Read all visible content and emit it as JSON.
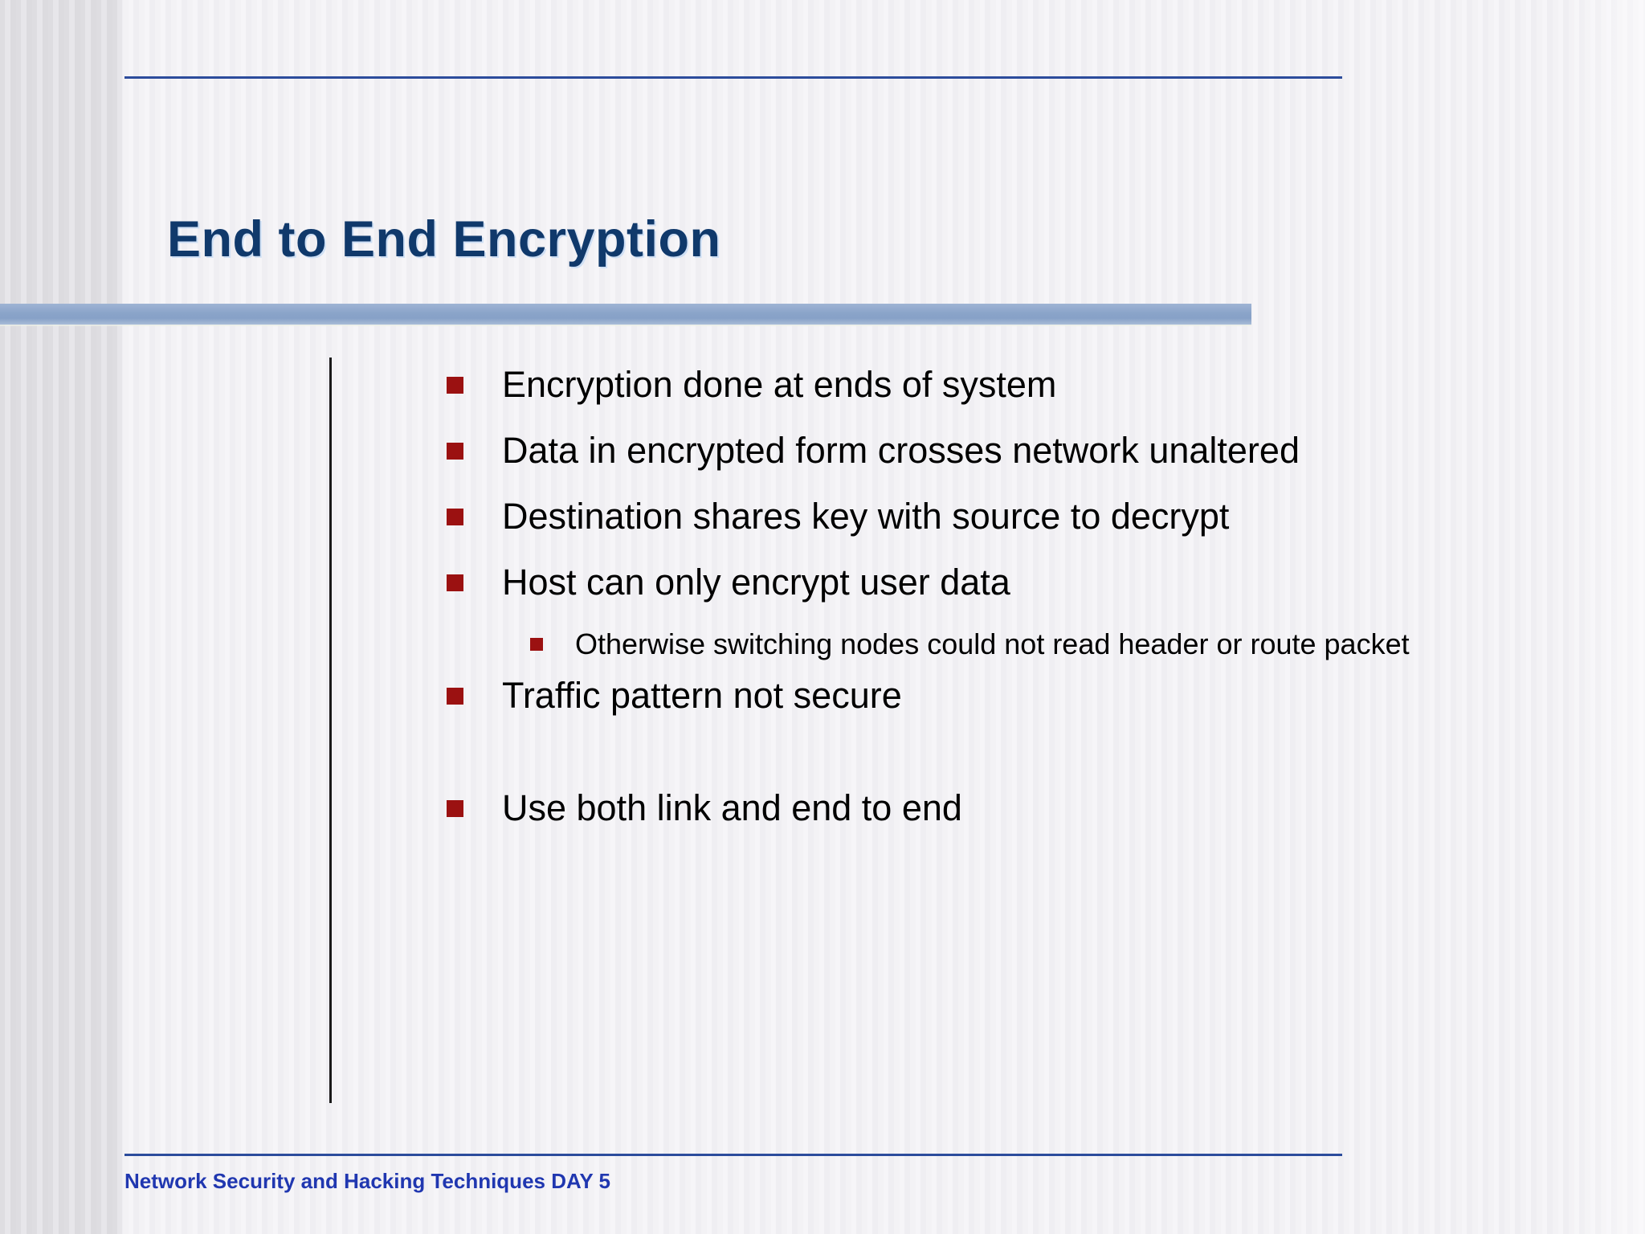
{
  "slide": {
    "title": "End to End Encryption",
    "footer": "Network Security and Hacking Techniques DAY 5",
    "colors": {
      "title": "#10396b",
      "accent_bar": "#8aa4c9",
      "rule": "#2c4c9c",
      "bullet_marker": "#9b1111",
      "footer_text": "#2037b0",
      "body_text": "#000000",
      "background": "#f3f2f5"
    },
    "bullets": [
      {
        "level": 1,
        "text": "Encryption done at ends of system"
      },
      {
        "level": 1,
        "text": "Data in encrypted form crosses network unaltered"
      },
      {
        "level": 1,
        "text": "Destination shares key with source to decrypt"
      },
      {
        "level": 1,
        "text": "Host can only encrypt user data"
      },
      {
        "level": 2,
        "text": "Otherwise switching nodes could not read header or route packet"
      },
      {
        "level": 1,
        "text": "Traffic pattern not secure"
      },
      {
        "level": 1,
        "text": "Use both link and end to end"
      }
    ]
  }
}
